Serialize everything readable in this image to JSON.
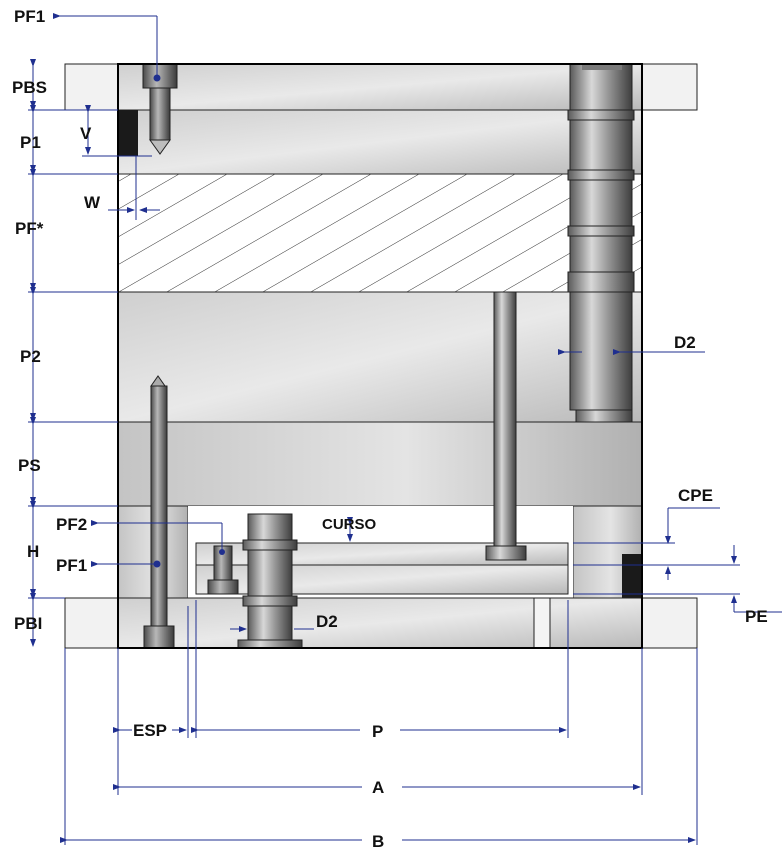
{
  "labels": {
    "pf1_top": "PF1",
    "pbs": "PBS",
    "p1": "P1",
    "v": "V",
    "w": "W",
    "pf_star": "PF*",
    "p2": "P2",
    "ps": "PS",
    "h": "H",
    "pf2": "PF2",
    "pf1_bottom": "PF1",
    "pbi": "PBI",
    "d2_right": "D2",
    "d2_bottom": "D2",
    "curso": "CURSO",
    "cpe": "CPE",
    "pe": "PE",
    "esp": "ESP",
    "p": "P",
    "a": "A",
    "b": "B"
  },
  "colors": {
    "dimension": "#1f2f8f",
    "plate_light": "#e6e6e6",
    "plate_mid": "#bdbdbd",
    "plate_dark": "#8a8a8a",
    "outline": "#111111",
    "block_dark": "#1a1a1a"
  }
}
